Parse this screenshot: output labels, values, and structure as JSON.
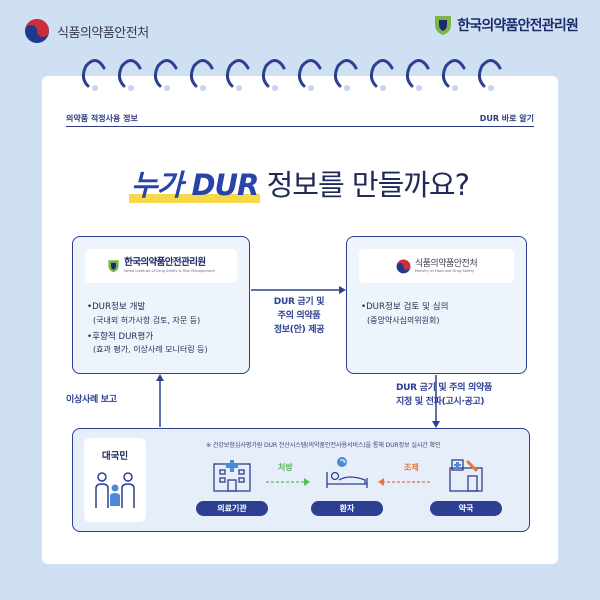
{
  "brand": {
    "mfds_name": "식품의약품안전처",
    "kids_name": "한국의약품안전관리원"
  },
  "meta": {
    "left": "의약품 적정사용 정보",
    "right": "DUR 바로 알기"
  },
  "headline": {
    "highlight": "누가 DUR",
    "rest": "정보를 만들까요?"
  },
  "box_kids": {
    "logo_main": "한국의약품안전관리원",
    "logo_sub": "Korea Institute of Drug Safety & Risk Management",
    "item1": "•DUR정보 개발",
    "item1_sub": "(국내외 허가사항 검토, 자문 등)",
    "item2": "•후향적 DUR평가",
    "item2_sub": "(효과 평가, 이상사례 모니터링 등)"
  },
  "box_mfds": {
    "logo_main": "식품의약품안전처",
    "logo_sub": "Ministry of Food and Drug Safety",
    "item1": "•DUR정보 검토 및 심의",
    "item1_sub": "(중앙약사심의위원회)"
  },
  "captions": {
    "mid_l1": "DUR 금기 및",
    "mid_l2": "주의 의약품",
    "mid_l3": "정보(안) 제공",
    "right_l1": "DUR 금기 및 주의 의약품",
    "right_l2": "지정 및 전파(고시·공고)",
    "left": "이상사례 보고"
  },
  "panel": {
    "citizen": "대국민",
    "note": "※ 건강보험심사평가원 DUR 전산시스템(의약품안전사용서비스)을 통해 DUR정보 실시간 확인",
    "hospital": "의료기관",
    "patient": "환자",
    "pharmacy": "약국",
    "prescribe": "처방",
    "dispense": "조제"
  },
  "colors": {
    "navy": "#2c3f91",
    "highlight": "#f7d84a",
    "green": "#5cb85c",
    "orange": "#e8762d"
  }
}
